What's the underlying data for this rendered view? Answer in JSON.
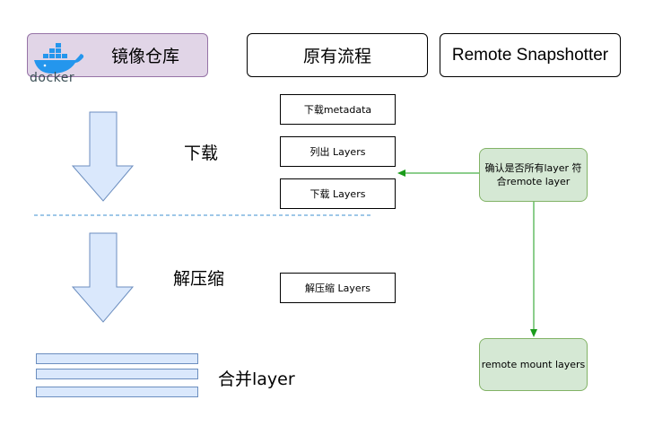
{
  "header": {
    "repo_label": "镜像仓库",
    "docker_label": "docker",
    "original_flow": "原有流程",
    "remote_snapshotter": "Remote Snapshotter"
  },
  "phases": {
    "download": "下载",
    "decompress": "解压缩",
    "merge": "合并layer"
  },
  "steps": {
    "download_metadata": "下载metadata",
    "list_layers": "列出 Layers",
    "download_layers": "下载 Layers",
    "decompress_layers": "解压缩 Layers"
  },
  "remote": {
    "check_line1": "确认是否所有layer 符",
    "check_line2": "合remote layer",
    "mount": "remote mount layers"
  },
  "colors": {
    "repo_fill": "#e1d5e7",
    "arrow_fill": "#dae8fc",
    "green_fill": "#d5e8d4",
    "green_stroke": "#82b366",
    "connector": "#1a9c1a",
    "docker_blue": "#2496ed"
  }
}
